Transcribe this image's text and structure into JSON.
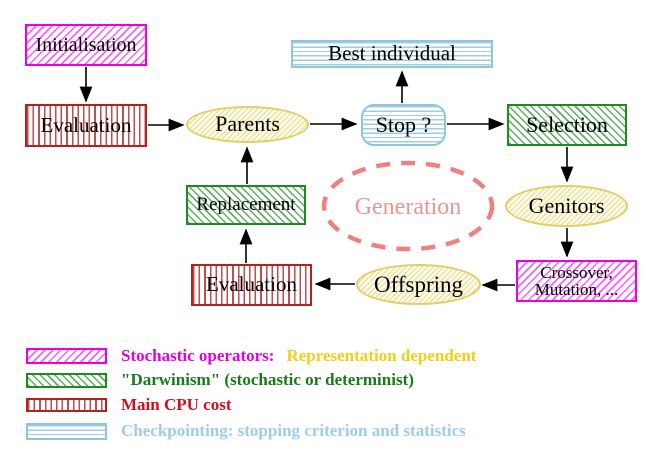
{
  "diagram": {
    "nodes": {
      "initialisation": {
        "label": "Initialisation",
        "style": "magenta-diagonal-hatch"
      },
      "evaluation_top": {
        "label": "Evaluation",
        "style": "red-vertical-lines"
      },
      "parents": {
        "label": "Parents",
        "style": "yellow-hatch-ellipse"
      },
      "stop": {
        "label": "Stop ?",
        "style": "cyan-horizontal-lines-rounded"
      },
      "best_individual": {
        "label": "Best individual",
        "style": "cyan-horizontal-lines"
      },
      "selection": {
        "label": "Selection",
        "style": "green-diagonal-hatch"
      },
      "genitors": {
        "label": "Genitors",
        "style": "yellow-hatch-ellipse"
      },
      "crossover_mutation": {
        "line1": "Crossover,",
        "line2": "Mutation, ...",
        "style": "magenta-diagonal-hatch"
      },
      "offspring": {
        "label": "Offspring",
        "style": "yellow-hatch-ellipse"
      },
      "evaluation_bottom": {
        "label": "Evaluation",
        "style": "red-vertical-lines"
      },
      "replacement": {
        "label": "Replacement",
        "style": "green-diagonal-hatch"
      },
      "generation": {
        "label": "Generation",
        "style": "dashed-salmon-ellipse"
      }
    },
    "edges": [
      {
        "from": "initialisation",
        "to": "evaluation_top"
      },
      {
        "from": "evaluation_top",
        "to": "parents"
      },
      {
        "from": "parents",
        "to": "stop"
      },
      {
        "from": "stop",
        "to": "best_individual"
      },
      {
        "from": "stop",
        "to": "selection"
      },
      {
        "from": "selection",
        "to": "genitors"
      },
      {
        "from": "genitors",
        "to": "crossover_mutation"
      },
      {
        "from": "crossover_mutation",
        "to": "offspring"
      },
      {
        "from": "offspring",
        "to": "evaluation_bottom"
      },
      {
        "from": "evaluation_bottom",
        "to": "replacement"
      },
      {
        "from": "replacement",
        "to": "parents"
      }
    ]
  },
  "legend": {
    "items": [
      {
        "swatch": "magenta-diagonal-hatch",
        "label": "Stochastic operators:",
        "label2": "Representation dependent"
      },
      {
        "swatch": "green-diagonal-hatch",
        "label": "\"Darwinism\" (stochastic or determinist)"
      },
      {
        "swatch": "red-vertical-lines",
        "label": "Main CPU cost"
      },
      {
        "swatch": "cyan-horizontal-lines",
        "label": "Checkpointing: stopping criterion and statistics"
      }
    ]
  },
  "colors": {
    "magenta": "#E800E8",
    "red": "#B22222",
    "green": "#1E8B1E",
    "cyan_blue": "#8EC6DC",
    "yellow_ellipse": "#E0CF66",
    "salmon_dashed": "#F08080",
    "generation_text": "#EE9494",
    "legend_magenta_text": "#E000E0",
    "legend_gold_text": "#F2CE1B",
    "legend_green_text": "#1A7A1A",
    "legend_red_text": "#CC1122",
    "legend_blue_text": "#9FCCE8",
    "arrow": "#000000",
    "background": "#FFFFFF"
  }
}
